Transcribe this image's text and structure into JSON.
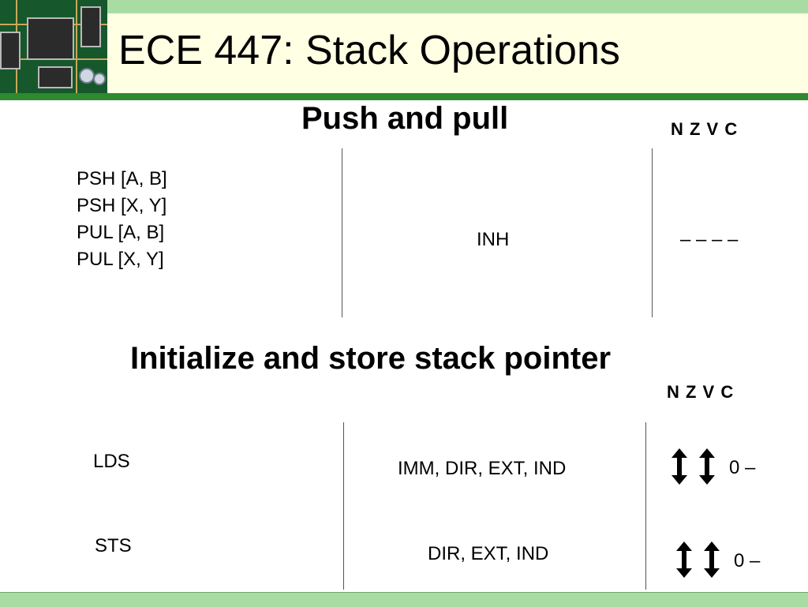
{
  "slide": {
    "title": "ECE 447: Stack Operations"
  },
  "push_pull": {
    "heading": "Push and pull",
    "flags_header": "N Z V C",
    "instructions": [
      "PSH [A, B]",
      "PSH [X, Y]",
      "PUL [A, B]",
      "PUL [X, Y]"
    ],
    "addressing_mode": "INH",
    "flags_effect": "– – – –"
  },
  "stack_pointer": {
    "heading": "Initialize and store stack pointer",
    "flags_header": "N Z V C",
    "rows": [
      {
        "instruction": "LDS",
        "addressing_modes": "IMM, DIR, EXT, IND",
        "flags_tail": "0 –"
      },
      {
        "instruction": "STS",
        "addressing_modes": "DIR, EXT, IND",
        "flags_tail": "0 –"
      }
    ]
  },
  "icons": {
    "flag_changed": "up-down-arrow-icon",
    "header_image": "circuit-board-image"
  }
}
